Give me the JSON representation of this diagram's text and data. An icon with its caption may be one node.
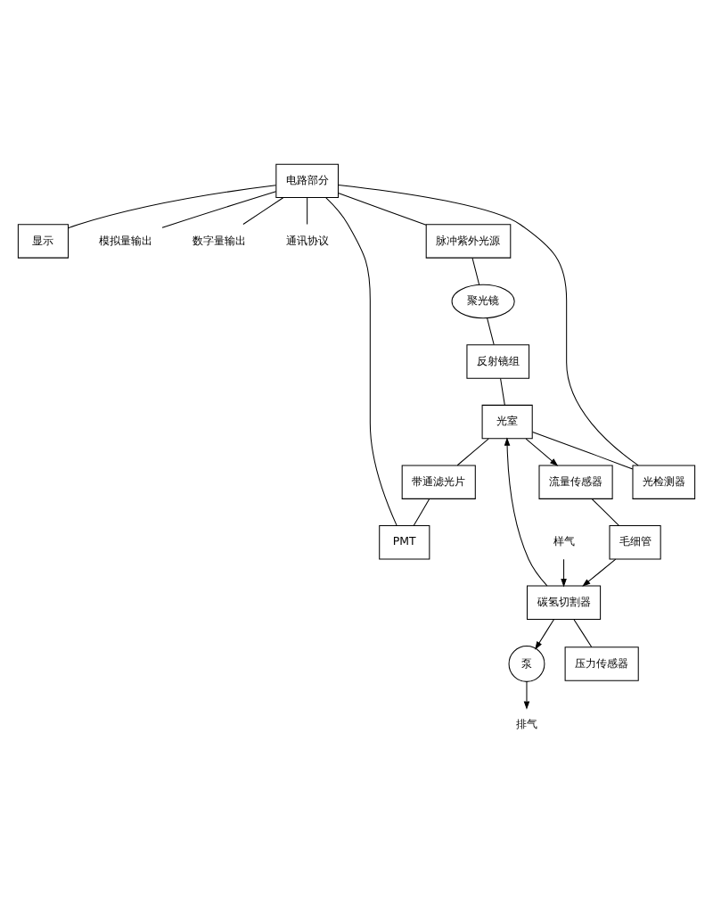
{
  "diagram": {
    "nodes": [
      {
        "text": [
          "显示"
        ]
      },
      {
        "text": [
          "模拟量输出"
        ]
      },
      {
        "text": [
          "数字量输出"
        ]
      },
      {
        "text": [
          "通讯协议"
        ]
      },
      {
        "text": [
          "电路部分"
        ]
      },
      {
        "text": [
          "PMT"
        ]
      },
      {
        "text": [
          "带通滤光片"
        ]
      },
      {
        "text": [
          "反射镜组"
        ]
      },
      {
        "text": [
          "聚光镜"
        ]
      },
      {
        "text": [
          "脉冲紫外光源"
        ]
      },
      {
        "text": [
          "光室"
        ]
      },
      {
        "text": [
          "光检测器"
        ]
      },
      {
        "text": [
          "碳氢切割器"
        ]
      },
      {
        "text": [
          "样气"
        ]
      },
      {
        "text": [
          "排气"
        ]
      },
      {
        "text": [
          "泵"
        ]
      },
      {
        "text": [
          "压力传感器"
        ]
      },
      {
        "text": [
          "流量传感器"
        ]
      },
      {
        "text": [
          "毛细管"
        ]
      }
    ],
    "edges": [
      {
        "from": 4,
        "to": 0,
        "arrow": "none"
      },
      {
        "from": 4,
        "to": 1,
        "arrow": "none"
      },
      {
        "from": 4,
        "to": 2,
        "arrow": "none"
      },
      {
        "from": 4,
        "to": 3,
        "arrow": "none"
      },
      {
        "from": 4,
        "to": 9,
        "arrow": "none"
      },
      {
        "from": 5,
        "to": 4,
        "arrow": "none"
      },
      {
        "from": 11,
        "to": 4,
        "arrow": "none"
      },
      {
        "from": 9,
        "to": 8,
        "arrow": "none"
      },
      {
        "from": 8,
        "to": 7,
        "arrow": "none"
      },
      {
        "from": 7,
        "to": 10,
        "arrow": "none"
      },
      {
        "from": 10,
        "to": 6,
        "arrow": "none"
      },
      {
        "from": 6,
        "to": 5,
        "arrow": "none"
      },
      {
        "from": 10,
        "to": 11,
        "arrow": "none"
      },
      {
        "from": 13,
        "to": 12,
        "arrow": "to"
      },
      {
        "from": 12,
        "to": 10,
        "arrow": "to"
      },
      {
        "from": 12,
        "to": 16,
        "arrow": "none"
      },
      {
        "from": 10,
        "to": 17,
        "arrow": "to"
      },
      {
        "from": 17,
        "to": 18,
        "arrow": "none"
      },
      {
        "from": 18,
        "to": 12,
        "arrow": "to"
      },
      {
        "from": 12,
        "to": 15,
        "arrow": "to"
      },
      {
        "from": 15,
        "to": 14,
        "arrow": "to"
      }
    ]
  }
}
